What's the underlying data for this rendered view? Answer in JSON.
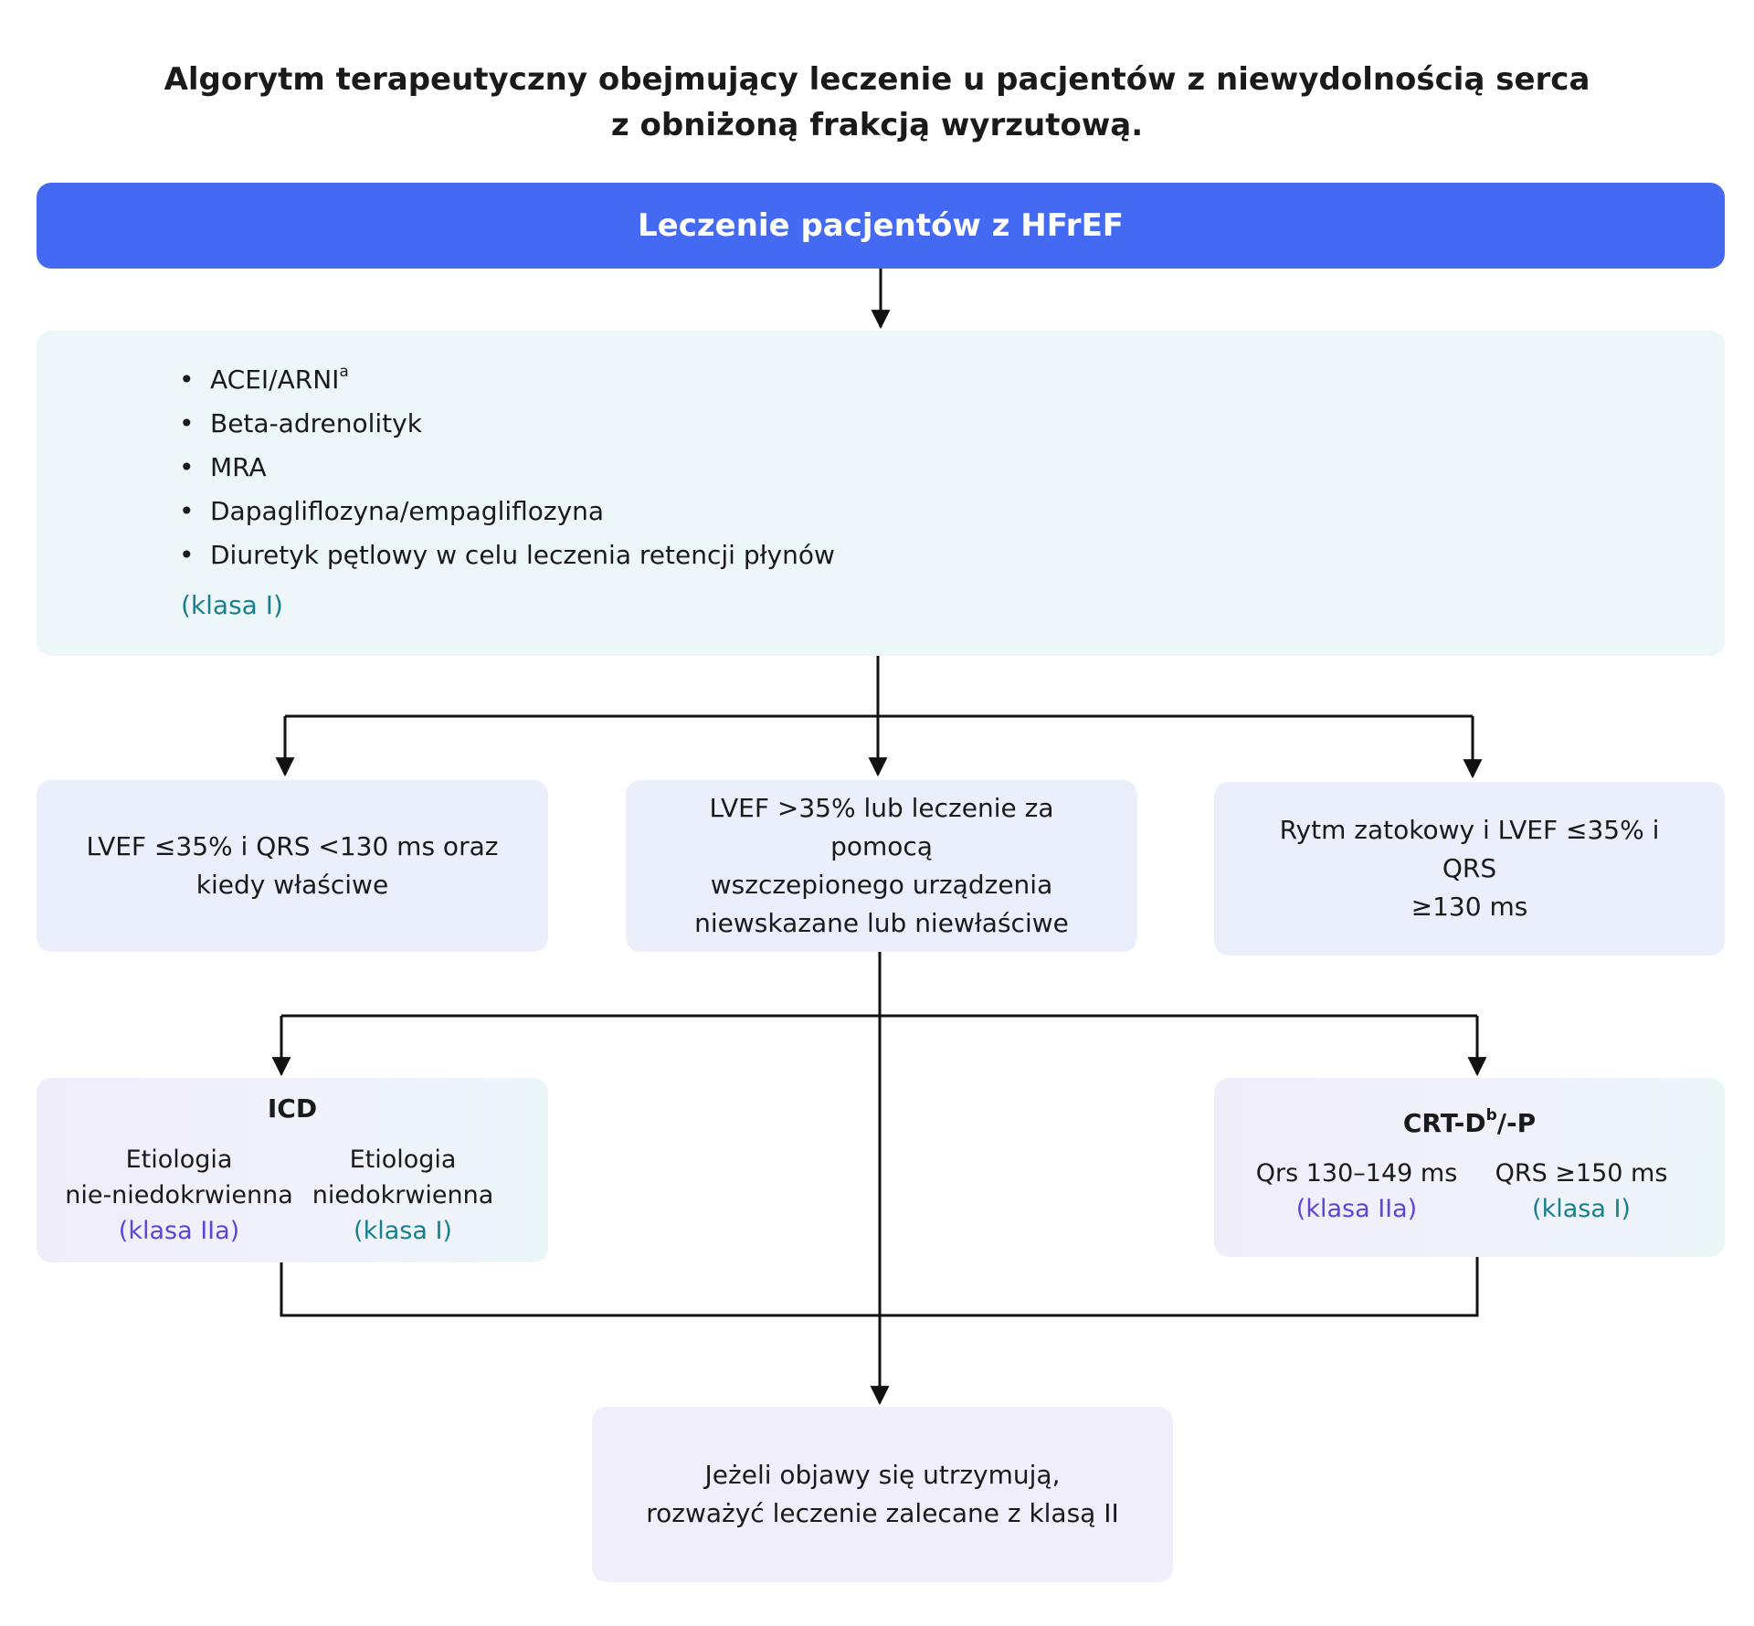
{
  "title": {
    "line1": "Algorytm terapeutyczny obejmujący leczenie u pacjentów z niewydolnością serca",
    "line2": "z obniżoną frakcją wyrzutową."
  },
  "header": {
    "label": "Leczenie pacjentów z HFrEF"
  },
  "therapy": {
    "items": [
      {
        "text": "ACEI/ARNI",
        "sup": "a"
      },
      {
        "text": "Beta-adrenolityk",
        "sup": ""
      },
      {
        "text": "MRA",
        "sup": ""
      },
      {
        "text": "Dapagliflozyna/empagliflozyna",
        "sup": ""
      },
      {
        "text": "Diuretyk pętlowy w celu leczenia retencji płynów",
        "sup": ""
      }
    ],
    "klasa": "(klasa I)"
  },
  "branches": {
    "left": {
      "line1": "LVEF ≤35% i QRS <130 ms oraz",
      "line2": "kiedy właściwe"
    },
    "center": {
      "line1": "LVEF >35% lub leczenie za pomocą",
      "line2": "wszczepionego urządzenia",
      "line3": "niewskazane lub niewłaściwe"
    },
    "right": {
      "line1": "Rytm zatokowy i LVEF ≤35% i QRS",
      "line2": "≥130 ms"
    }
  },
  "icd": {
    "title": "ICD",
    "col1": {
      "line1": "Etiologia",
      "line2": "nie-niedokrwienna",
      "klasa": "(klasa IIa)"
    },
    "col2": {
      "line1": "Etiologia",
      "line2": "niedokrwienna",
      "klasa": "(klasa I)"
    }
  },
  "crt": {
    "title_pre": "CRT-D",
    "title_sup": "b",
    "title_post": "/-P",
    "col1": {
      "line1": "Qrs 130–149 ms",
      "klasa": "(klasa IIa)"
    },
    "col2": {
      "line1": "QRS ≥150 ms",
      "klasa": "(klasa I)"
    }
  },
  "final": {
    "line1": "Jeżeli objawy się utrzymują,",
    "line2": "rozważyć leczenie zalecane z klasą II"
  }
}
